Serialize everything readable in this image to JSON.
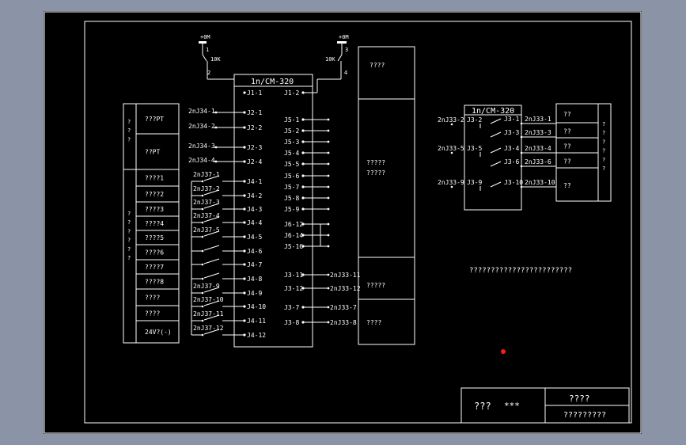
{
  "colors": {
    "background_outer": "#8b94a6",
    "canvas": "#000000",
    "lines": "#ffffff",
    "marker": "#ff1a1a"
  },
  "module_main": {
    "title": "1n/CM-320",
    "left_pins": [
      "J1-1",
      "J2-1",
      "J2-2",
      "J2-3",
      "J2-4",
      "J4-1",
      "J4-2",
      "J4-3",
      "J4-4",
      "J4-5",
      "J4-6",
      "J4-7",
      "J4-8",
      "J4-9",
      "J4-10",
      "J4-11",
      "J4-12"
    ],
    "right_pins_top": [
      "J1-2",
      "J5-1",
      "J5-2",
      "J5-3",
      "J5-4",
      "J5-5",
      "J5-6",
      "J5-7",
      "J5-8",
      "J5-9",
      "J6-12",
      "J6-14",
      "J5-16"
    ],
    "right_pins_bottom": [
      "J3-11",
      "J3-12",
      "J3-7",
      "J3-8"
    ]
  },
  "pot_left": {
    "top": "+0M",
    "pin1": "1",
    "pin2": "2",
    "value": "10K"
  },
  "pot_right": {
    "top": "+0M",
    "pin3": "3",
    "pin4": "4",
    "value": "10K"
  },
  "left_wire_labels": [
    "2nJ34-1",
    "2nJ34-2",
    "2nJ34-3",
    "2nJ34-4"
  ],
  "switch_labels": [
    "2nJ37-1",
    "2nJ37-2",
    "2nJ37-3",
    "2nJ37-4",
    "2nJ37-5",
    "2nJ37-9",
    "2nJ37-10",
    "2nJ37-11",
    "2nJ37-12"
  ],
  "right_bottom_wire_labels": [
    "2nJ33-11",
    "2nJ33-12",
    "2nJ33-7",
    "2nJ33-8"
  ],
  "left_table": {
    "side_top": "?\n?\n?",
    "side_bottom": "?\n?\n?\n?\n?\n?",
    "rows": [
      "???PT",
      "??PT",
      "????1",
      "????2",
      "????3",
      "????4",
      "????5",
      "????6",
      "????7",
      "????8",
      "????",
      "????",
      "24V?(-)"
    ]
  },
  "mid_table": {
    "rows": [
      "????",
      "?????\n?????",
      "?????",
      "????"
    ]
  },
  "module_right": {
    "title": "1n/CM-320",
    "left_labels": [
      "2nJ33-2",
      "2nJ33-5",
      "2nJ33-9"
    ],
    "left_pins": [
      "J3-2",
      "J3-5",
      "J3-9"
    ],
    "right_pins": [
      "J3-1",
      "J3-3",
      "J3-4",
      "J3-6",
      "J3-10"
    ],
    "right_labels": [
      "2nJ33-1",
      "2nJ33-3",
      "2nJ33-4",
      "2nJ33-6",
      "2nJ33-10"
    ]
  },
  "right_table": {
    "rows": [
      "??",
      "??",
      "??",
      "??",
      "??"
    ],
    "side": "?\n?\n?\n?\n?\n?"
  },
  "note": "????????????????????????",
  "title_block": {
    "left": "???",
    "stars": "***",
    "top_right": "????",
    "bottom_right": "?????????"
  }
}
